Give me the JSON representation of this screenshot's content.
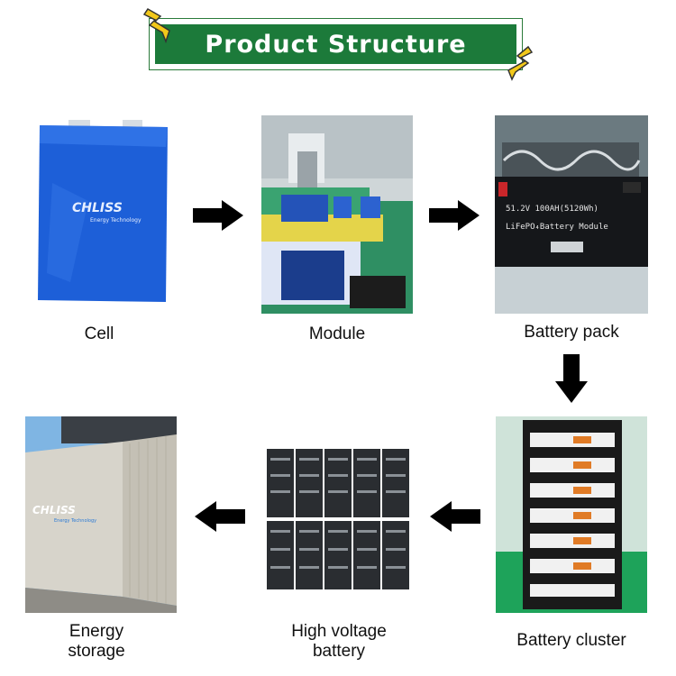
{
  "title": "Product Structure",
  "brand": {
    "logo_text": "CHLISS",
    "logo_tagline": "Energy Technology"
  },
  "steps": [
    {
      "label": "Cell",
      "image": "battery-cell-photo"
    },
    {
      "label": "Module",
      "image": "module-assembly-photo"
    },
    {
      "label": "Battery pack",
      "image": "battery-pack-photo",
      "pack_text_1": "51.2V 100AH(5120Wh)",
      "pack_text_2": "LiFePO₄Battery Module"
    },
    {
      "label": "Battery cluster",
      "image": "battery-cluster-rack-photo"
    },
    {
      "label": "High voltage battery",
      "label_line1": "High voltage",
      "label_line2": "battery",
      "image": "high-voltage-battery-photo"
    },
    {
      "label": "Energy storage",
      "label_line1": "Energy",
      "label_line2": "storage",
      "image": "energy-storage-container-photo"
    }
  ],
  "colors": {
    "banner_green": "#1c7a3a",
    "bolt_yellow": "#f2c81a",
    "arrow": "#000000"
  }
}
